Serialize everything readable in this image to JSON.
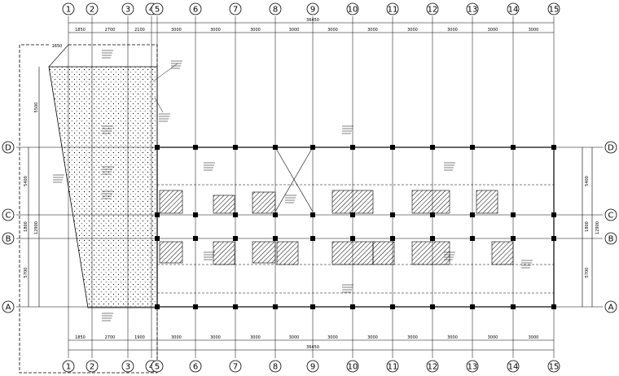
{
  "grid": {
    "columns": [
      "1",
      "2",
      "3",
      "4",
      "5",
      "6",
      "7",
      "8",
      "9",
      "10",
      "11",
      "12",
      "13",
      "14",
      "15"
    ],
    "rows": [
      "D",
      "C",
      "B",
      "A"
    ]
  },
  "dimensions": {
    "top_spans": [
      "1850",
      "2700",
      "2100",
      "3000",
      "3000",
      "3000",
      "3000",
      "3000",
      "3000",
      "3000",
      "3000",
      "3000",
      "3000"
    ],
    "top_total": "36450",
    "bottom_spans": [
      "1850",
      "2700",
      "1900",
      "3000",
      "3000",
      "3000",
      "3000",
      "3000",
      "3000",
      "3000",
      "3000",
      "3000",
      "3000"
    ],
    "bottom_total": "36450",
    "left_vertical": [
      "5400",
      "1800",
      "5700"
    ],
    "left_total": "12900",
    "left_upper": "5500",
    "right_vertical": [
      "5400",
      "1800",
      "5700"
    ],
    "right_total": "12900",
    "corner_offset": "1650"
  }
}
